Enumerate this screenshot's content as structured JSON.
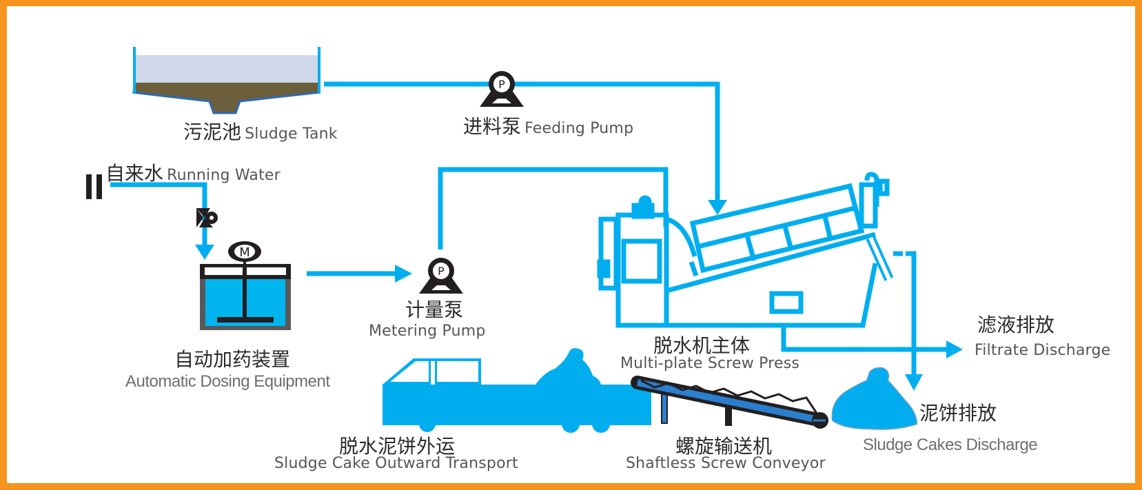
{
  "colors": {
    "border": "#f7941d",
    "pipe": "#00aeef",
    "water": "#cfd8ea",
    "sludge": "#6b5e3a",
    "equipment_dark": "#231f20",
    "tank_gray": "#58595b",
    "conveyor_blue": "#2a7fcf"
  },
  "labels": {
    "sludge_tank": {
      "cn": "污泥池",
      "en": "Sludge Tank"
    },
    "feeding_pump": {
      "cn": "进料泵",
      "en": "Feeding Pump"
    },
    "running_water": {
      "cn": "自来水",
      "en": "Running Water"
    },
    "dosing": {
      "cn": "自动加药装置",
      "en": "Automatic Dosing Equipment"
    },
    "metering_pump": {
      "cn": "计量泵",
      "en": "Metering Pump"
    },
    "screw_press": {
      "cn": "脱水机主体",
      "en": "Multi-plate Screw Press"
    },
    "filtrate": {
      "cn": "滤液排放",
      "en": "Filtrate Discharge"
    },
    "transport": {
      "cn": "脱水泥饼外运",
      "en": "Sludge Cake Outward Transport"
    },
    "conveyor": {
      "cn": "螺旋输送机",
      "en": "Shaftless Screw Conveyor"
    },
    "cake_discharge": {
      "cn": "泥饼排放",
      "en": "Sludge Cakes Discharge"
    }
  },
  "icons": {
    "pump_letter": "P",
    "motor_letter": "M"
  }
}
